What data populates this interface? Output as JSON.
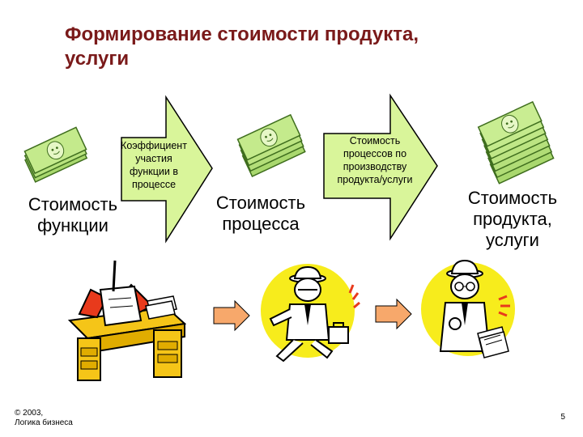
{
  "title": "Формирование стоимости продукта, услуги",
  "title_lines": [
    "Формирование стоимости продукта,",
    "услуги"
  ],
  "labels": {
    "function_cost": [
      "Стоимость",
      "функции"
    ],
    "process_cost": [
      "Стоимость",
      "процесса"
    ],
    "product_cost": [
      "Стоимость",
      "продукта,",
      "услуги"
    ]
  },
  "arrows": {
    "first": [
      "Коэффициент",
      "участия",
      "функции в",
      "процессе"
    ],
    "second": [
      "Стоимость",
      "процессов по",
      "производству",
      "продукта/услуги"
    ]
  },
  "footer": {
    "copyright": "© 2003,",
    "company": "Логика бизнеса",
    "page_number": "5"
  },
  "colors": {
    "title": "#7a1a1a",
    "arrow_fill": "#d9f59a",
    "money_green": "#a9d86e",
    "money_dark": "#3f6e1e",
    "desk_yellow": "#f5c518",
    "circle_yellow": "#f7ec1c",
    "small_arrow": "#f7a86b"
  },
  "icons": [
    "money-stack-icon",
    "money-stack-icon",
    "money-stack-icon",
    "person-at-desk-icon",
    "walking-businessman-icon",
    "thinking-businessman-icon",
    "flow-arrow-icon",
    "flow-arrow-icon"
  ]
}
